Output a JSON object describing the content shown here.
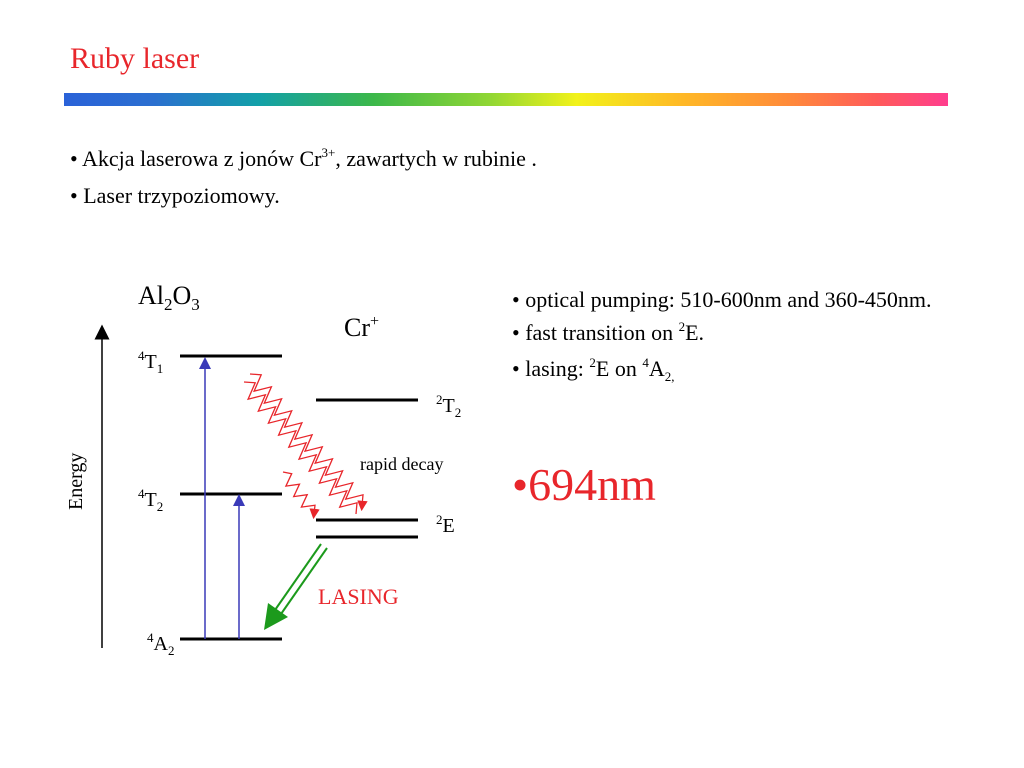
{
  "slide": {
    "title": "Ruby laser",
    "bullets": [
      {
        "before": "• Akcja laserowa z jonów Cr",
        "sup": "3+",
        "after": ", zawartych w rubinie ."
      },
      {
        "before": "• Laser trzypoziomowy.",
        "sup": "",
        "after": ""
      }
    ]
  },
  "right": {
    "line1": "• optical pumping: 510-600nm and 360-450nm.",
    "line2_before": "• fast transition on ",
    "line2_sup": "2",
    "line2_after": "E.",
    "line3_before": "• lasing:  ",
    "line3_sup1": "2",
    "line3_mid": "E on ",
    "line3_sup2": "4",
    "line3_base": "A",
    "line3_sub": "2,",
    "wavelength": "•694nm"
  },
  "diagram": {
    "host": {
      "base": "Al",
      "sub1": "2",
      "mid": "O",
      "sub2": "3"
    },
    "ion": {
      "base": "Cr",
      "sup": "+"
    },
    "energy_label": "Energy",
    "levels": {
      "t1": {
        "sup": "4",
        "base": "T",
        "sub": "1"
      },
      "t2": {
        "sup": "4",
        "base": "T",
        "sub": "2"
      },
      "a2": {
        "sup": "4",
        "base": "A",
        "sub": "2"
      },
      "cr_t2": {
        "sup": "2",
        "base": "T",
        "sub": "2"
      },
      "cr_e": {
        "sup": "2",
        "base": "E"
      }
    },
    "rapid_decay": "rapid decay",
    "lasing": "LASING",
    "colors": {
      "red": "#e8262b",
      "pump": "#3a3ab8",
      "lasing": "#1c9a1c"
    }
  }
}
